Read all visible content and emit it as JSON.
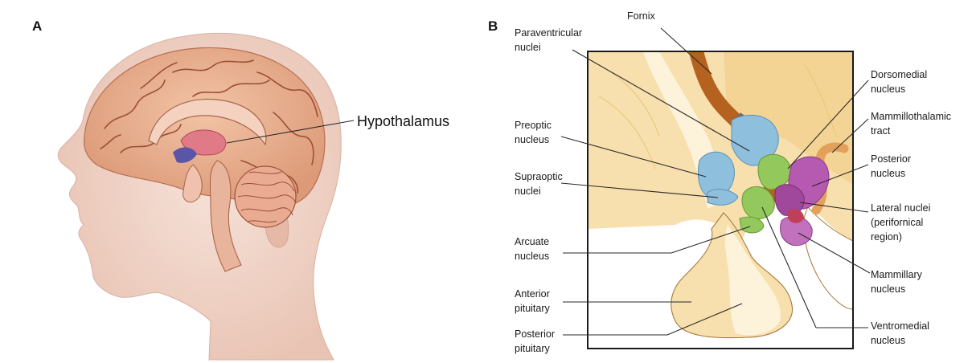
{
  "panel_a": {
    "letter": "A",
    "label": "Hypothalamus"
  },
  "panel_b": {
    "letter": "B",
    "labels": {
      "fornix": "Fornix",
      "paraventricular_1": "Paraventricular",
      "paraventricular_2": "nuclei",
      "preoptic_1": "Preoptic",
      "preoptic_2": "nucleus",
      "supraoptic_1": "Supraoptic",
      "supraoptic_2": "nuclei",
      "arcuate_1": "Arcuate",
      "arcuate_2": "nucleus",
      "anterior_1": "Anterior",
      "anterior_2": "pituitary",
      "posterior_pit_1": "Posterior",
      "posterior_pit_2": "pituitary",
      "dorsomedial_1": "Dorsomedial",
      "dorsomedial_2": "nucleus",
      "mammillothalamic_1": "Mammillothalamic",
      "mammillothalamic_2": "tract",
      "posterior_nuc_1": "Posterior",
      "posterior_nuc_2": "nucleus",
      "lateral_1": "Lateral nuclei",
      "lateral_2": "(perifornical",
      "lateral_3": "region)",
      "mammillary_1": "Mammillary",
      "mammillary_2": "nucleus",
      "ventromedial_1": "Ventromedial",
      "ventromedial_2": "nucleus"
    }
  },
  "colors": {
    "tissue": "#f7dfae",
    "tissue_light": "#fbe9c6",
    "fornix": "#b5611f",
    "blue_nuclei": "#8ec0de",
    "green_nuclei": "#93c85c",
    "purple_nuclei": "#b55ab0",
    "skin": "#f3d8cd",
    "brain": "#e8a986"
  }
}
